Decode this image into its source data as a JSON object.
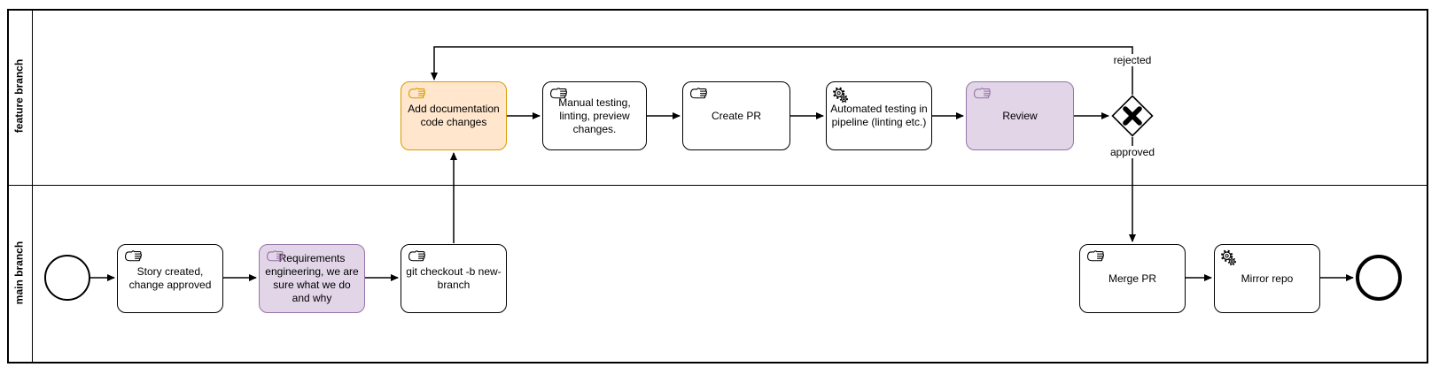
{
  "diagram": {
    "type": "bpmn-flowchart",
    "lanes": [
      {
        "id": "feature",
        "label": "feature branch"
      },
      {
        "id": "main",
        "label": "main branch"
      }
    ],
    "nodes": [
      {
        "id": "start",
        "kind": "start-event",
        "lane": "main",
        "label": ""
      },
      {
        "id": "story",
        "kind": "manual-task",
        "lane": "main",
        "label": "Story created, change approved",
        "style": "white"
      },
      {
        "id": "requirements",
        "kind": "manual-task",
        "lane": "main",
        "label": "Requirements engineering, we are sure what we do and why",
        "style": "purple"
      },
      {
        "id": "checkout",
        "kind": "manual-task",
        "lane": "main",
        "label": "git checkout -b new-branch",
        "style": "white"
      },
      {
        "id": "add-documentation",
        "kind": "manual-task",
        "lane": "feature",
        "label": "Add documentation code changes",
        "style": "orange"
      },
      {
        "id": "manual-testing",
        "kind": "manual-task",
        "lane": "feature",
        "label": "Manual testing, linting, preview changes.",
        "style": "white"
      },
      {
        "id": "create-pr",
        "kind": "manual-task",
        "lane": "feature",
        "label": "Create PR",
        "style": "white"
      },
      {
        "id": "automated-testing",
        "kind": "service-task",
        "lane": "feature",
        "label": "Automated testing in pipeline (linting etc.)",
        "style": "white"
      },
      {
        "id": "review",
        "kind": "manual-task",
        "lane": "feature",
        "label": "Review",
        "style": "purple"
      },
      {
        "id": "gateway",
        "kind": "exclusive-gateway",
        "lane": "feature",
        "label": ""
      },
      {
        "id": "merge-pr",
        "kind": "manual-task",
        "lane": "main",
        "label": "Merge PR",
        "style": "white"
      },
      {
        "id": "mirror-repo",
        "kind": "service-task",
        "lane": "main",
        "label": "Mirror repo",
        "style": "white"
      },
      {
        "id": "end",
        "kind": "end-event",
        "lane": "main",
        "label": ""
      }
    ],
    "edges": [
      {
        "from": "start",
        "to": "story",
        "label": ""
      },
      {
        "from": "story",
        "to": "requirements",
        "label": ""
      },
      {
        "from": "requirements",
        "to": "checkout",
        "label": ""
      },
      {
        "from": "checkout",
        "to": "add-documentation",
        "label": ""
      },
      {
        "from": "add-documentation",
        "to": "manual-testing",
        "label": ""
      },
      {
        "from": "manual-testing",
        "to": "create-pr",
        "label": ""
      },
      {
        "from": "create-pr",
        "to": "automated-testing",
        "label": ""
      },
      {
        "from": "automated-testing",
        "to": "review",
        "label": ""
      },
      {
        "from": "review",
        "to": "gateway",
        "label": ""
      },
      {
        "from": "gateway",
        "to": "merge-pr",
        "label": "approved"
      },
      {
        "from": "gateway",
        "to": "add-documentation",
        "label": "rejected"
      },
      {
        "from": "merge-pr",
        "to": "mirror-repo",
        "label": ""
      },
      {
        "from": "mirror-repo",
        "to": "end",
        "label": ""
      }
    ],
    "colors": {
      "orange_fill": "#FFE6CC",
      "orange_stroke": "#D79B00",
      "purple_fill": "#E1D5E7",
      "purple_stroke": "#9673A6",
      "default_fill": "#FFFFFF",
      "default_stroke": "#000000"
    }
  }
}
